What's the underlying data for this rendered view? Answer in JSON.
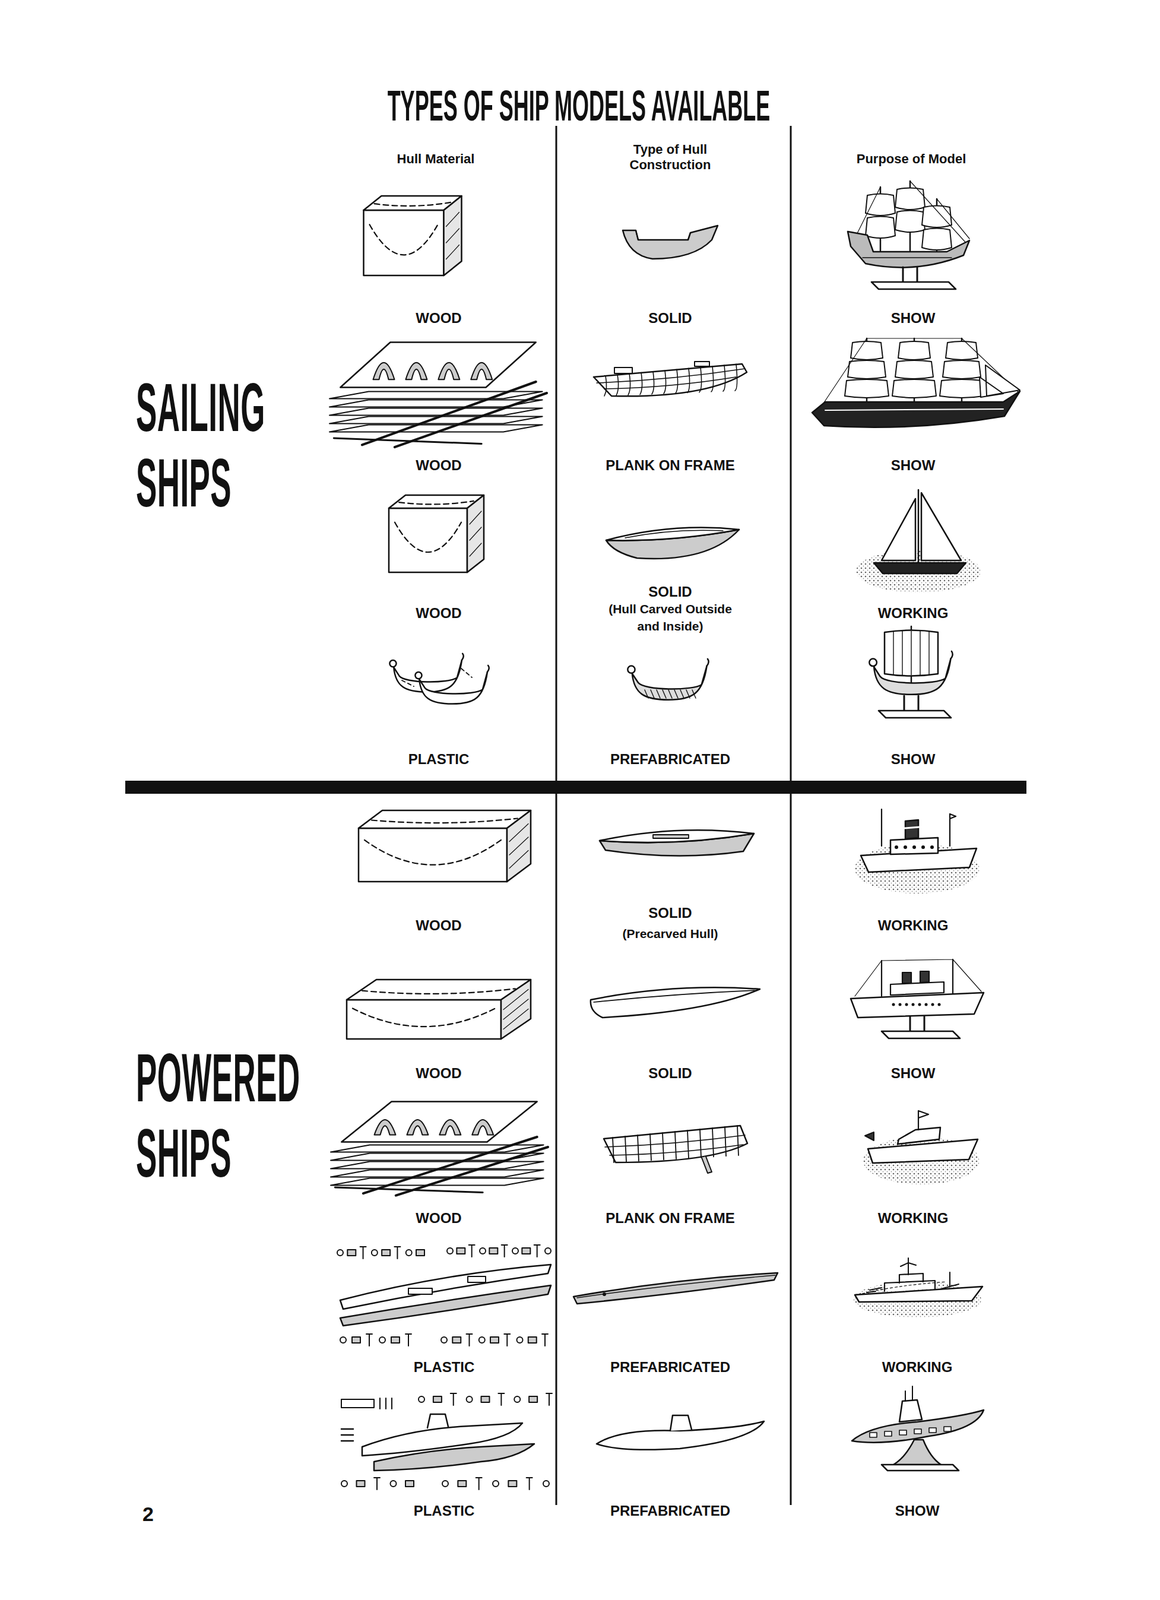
{
  "diagram": {
    "title": "TYPES OF SHIP MODELS AVAILABLE",
    "labels": [
      "Hull Material",
      "Type of Hull Construction",
      "Purpose of Model",
      "SAILING SHIPS",
      "WOOD",
      "SOLID",
      "SHOW",
      "WOOD",
      "PLANK ON FRAME",
      "SHOW",
      "WOOD",
      "SOLID",
      "(Hull Carved Outside and Inside)",
      "WORKING",
      "PLASTIC",
      "PREFABRICATED",
      "SHOW",
      "POWERED SHIPS",
      "WOOD",
      "SOLID",
      "(Precarved Hull)",
      "WORKING",
      "WOOD",
      "SOLID",
      "SHOW",
      "WOOD",
      "PLANK ON FRAME",
      "WORKING",
      "PLASTIC",
      "PREFABRICATED",
      "WORKING",
      "PLASTIC",
      "PREFABRICATED",
      "SHOW",
      "2"
    ]
  }
}
